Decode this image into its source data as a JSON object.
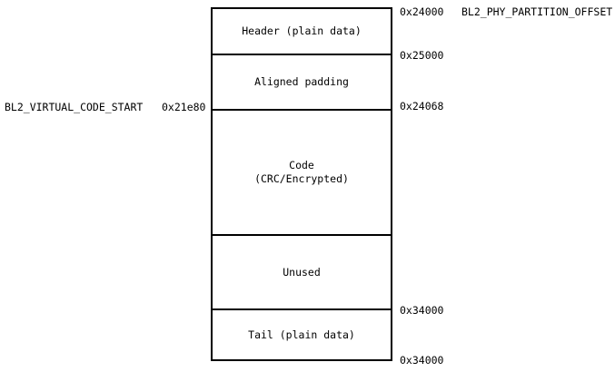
{
  "diagram": {
    "title_context": "BL2 partition memory layout",
    "left_label": {
      "name": "BL2_VIRTUAL_CODE_START",
      "address": "0x21e80"
    },
    "top_right_label": "BL2_PHY_PARTITION_OFFSET",
    "sections": [
      {
        "label": "Header (plain data)"
      },
      {
        "label": "Aligned padding"
      },
      {
        "label": "Code",
        "label2": "(CRC/Encrypted)"
      },
      {
        "label": "Unused"
      },
      {
        "label": "Tail (plain data)"
      }
    ],
    "addresses": [
      {
        "text": "0x24000"
      },
      {
        "text": "0x25000"
      },
      {
        "text": "0x24068"
      },
      {
        "text": "0x34000"
      },
      {
        "text": "0x34000"
      }
    ],
    "colors": {
      "border": "#000000",
      "background": "#ffffff",
      "text": "#000000"
    }
  }
}
